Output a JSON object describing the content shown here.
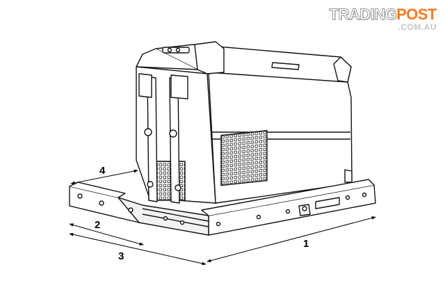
{
  "watermark": {
    "brand_part1": "TRADING",
    "brand_part2": "POST",
    "domain": ".COM.AU",
    "accent_color": "#f47a20"
  },
  "dimension_labels": {
    "d1": "1",
    "d2": "2",
    "d3": "3",
    "d4": "4"
  }
}
